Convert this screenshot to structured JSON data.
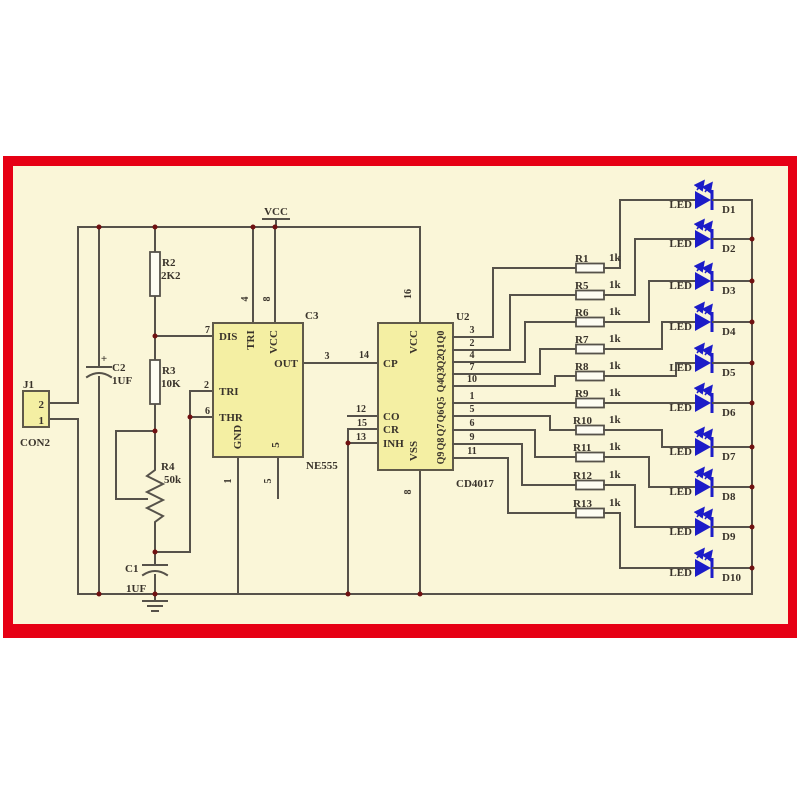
{
  "power": {
    "vcc": "VCC"
  },
  "connector": {
    "ref": "J1",
    "label": "CON2",
    "pin2": "2",
    "pin1": "1"
  },
  "left_parts": {
    "r2": {
      "ref": "R2",
      "value": "2K2"
    },
    "r3": {
      "ref": "R3",
      "value": "10K"
    },
    "r4": {
      "ref": "R4",
      "value": "50k"
    },
    "c2": {
      "ref": "C2",
      "value": "1UF",
      "plus": "+"
    },
    "c1": {
      "ref": "C1",
      "value": "1UF"
    }
  },
  "ic555": {
    "designator": "C3",
    "part": "NE555",
    "pin_dis": {
      "n": "7",
      "l": "DIS"
    },
    "pin_tri": {
      "n": "2",
      "l": "TRI"
    },
    "pin_thr": {
      "n": "6",
      "l": "THR"
    },
    "pin_rst": {
      "n": "4",
      "l": "TRI"
    },
    "pin_vcc": {
      "n": "8",
      "l": "VCC"
    },
    "pin_out": {
      "n": "3",
      "l": "OUT"
    },
    "pin_gnd": {
      "n": "1",
      "l": "GND"
    },
    "pin_cv": {
      "n": "5",
      "l": "5"
    }
  },
  "ic4017": {
    "designator": "U2",
    "part": "CD4017",
    "pin_cp": {
      "n": "14",
      "l": "CP"
    },
    "pin_co": {
      "n": "12",
      "l": "CO"
    },
    "pin_cr": {
      "n": "15",
      "l": "CR"
    },
    "pin_inh": {
      "n": "13",
      "l": "INH"
    },
    "pin_vcc": {
      "n": "16",
      "l": "VCC"
    },
    "pin_vss": {
      "n": "8",
      "l": "VSS"
    },
    "outputs": [
      {
        "n": "3",
        "l": "Q0"
      },
      {
        "n": "2",
        "l": "Q1"
      },
      {
        "n": "4",
        "l": "Q2"
      },
      {
        "n": "7",
        "l": "Q3"
      },
      {
        "n": "10",
        "l": "Q4"
      },
      {
        "n": "1",
        "l": "Q5"
      },
      {
        "n": "5",
        "l": "Q6"
      },
      {
        "n": "6",
        "l": "Q7"
      },
      {
        "n": "9",
        "l": "Q8"
      },
      {
        "n": "11",
        "l": "Q9"
      }
    ]
  },
  "channels": [
    {
      "resistor": "R1",
      "value": "1k",
      "led": "LED",
      "diode": "D1"
    },
    {
      "resistor": "R5",
      "value": "1k",
      "led": "LED",
      "diode": "D2"
    },
    {
      "resistor": "R6",
      "value": "1k",
      "led": "LED",
      "diode": "D3"
    },
    {
      "resistor": "R7",
      "value": "1k",
      "led": "LED",
      "diode": "D4"
    },
    {
      "resistor": "R8",
      "value": "1k",
      "led": "LED",
      "diode": "D5"
    },
    {
      "resistor": "R9",
      "value": "1k",
      "led": "LED",
      "diode": "D6"
    },
    {
      "resistor": "R10",
      "value": "1k",
      "led": "LED",
      "diode": "D7"
    },
    {
      "resistor": "R11",
      "value": "1k",
      "led": "LED",
      "diode": "D8"
    },
    {
      "resistor": "R12",
      "value": "1k",
      "led": "LED",
      "diode": "D9"
    },
    {
      "resistor": "R13",
      "value": "1k",
      "led": "LED",
      "diode": "D10"
    }
  ],
  "colors": {
    "frame_red": "#e60014",
    "background_cream": "#faf6d8",
    "wire": "#56524a",
    "ic_fill": "#f4efa3",
    "led_blue": "#1c1cc8",
    "junction_dot": "#701111"
  }
}
